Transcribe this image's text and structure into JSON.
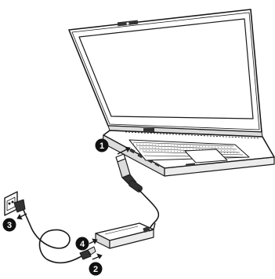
{
  "figure": {
    "description_icons": [
      "laptop-icon",
      "dc-plug-icon",
      "power-adapter-icon",
      "wall-outlet-icon",
      "arrow-icon"
    ]
  },
  "steps": [
    {
      "number": "1"
    },
    {
      "number": "2"
    },
    {
      "number": "3"
    },
    {
      "number": "4"
    }
  ],
  "colors": {
    "line": "#1a1a1a",
    "fill": "#ffffff",
    "shade": "#dcdcdc",
    "dark": "#333333",
    "badge": "#111111"
  }
}
